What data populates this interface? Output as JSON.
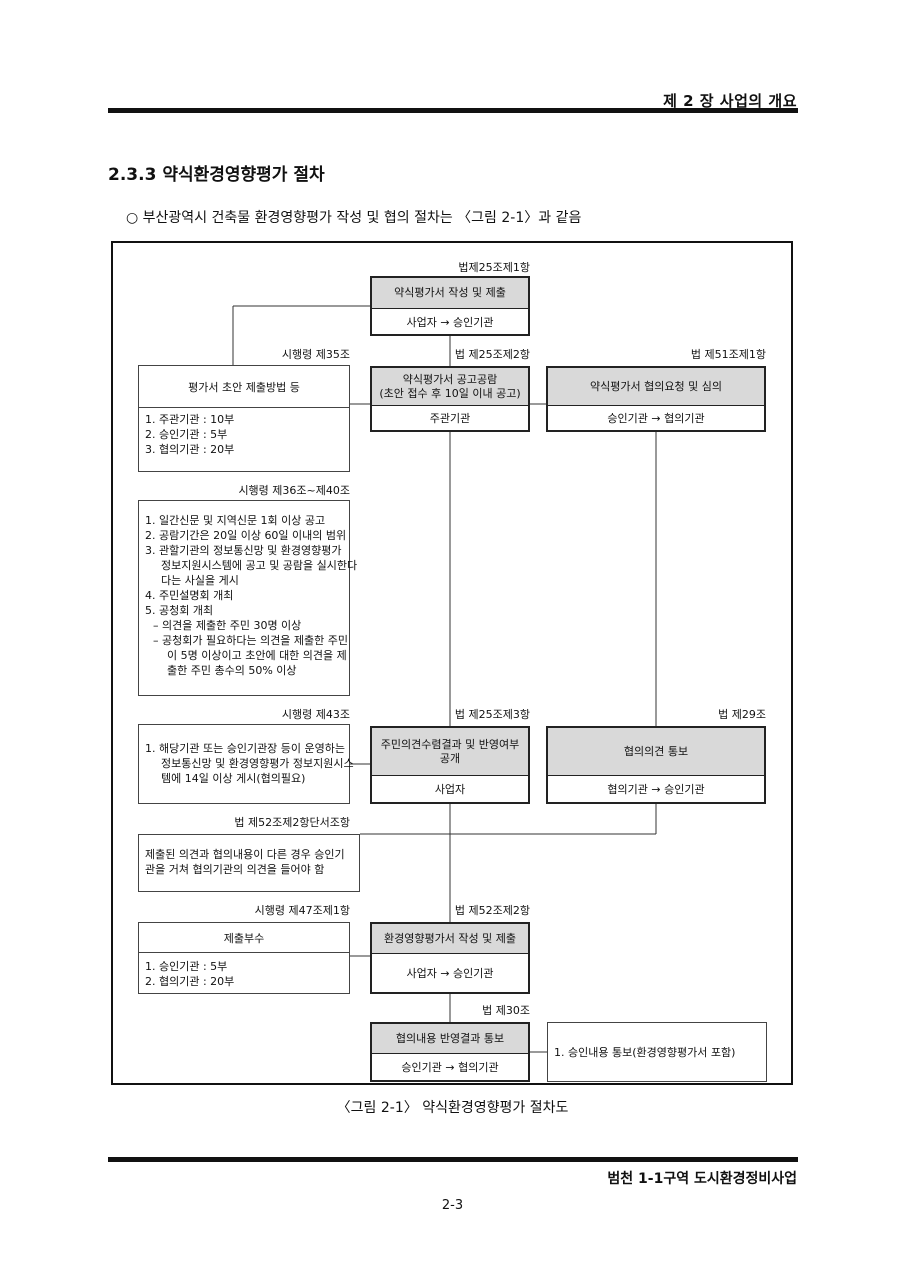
{
  "header": {
    "chapter": "제 2 장 사업의 개요"
  },
  "section": {
    "title": "2.3.3 약식환경영향평가 절차",
    "bullet_symbol": "○",
    "bullet_text": "부산광역시 건축물 환경영향평가 작성 및 협의 절차는 〈그림 2-1〉과 같음"
  },
  "flow": {
    "center": [
      {
        "label": "법제25조제1항",
        "title": "약식평가서 작성 및 제출",
        "body": "사업자 → 승인기관"
      },
      {
        "label": "법 제25조제2항",
        "title_lines": [
          "약식평가서 공고공람",
          "(초안 접수 후 10일 이내 공고)"
        ],
        "body": "주관기관"
      },
      {
        "label": "법 제25조제3항",
        "title_lines": [
          "주민의견수렴결과 및 반영여부",
          "공개"
        ],
        "body": "사업자"
      },
      {
        "label": "법 제52조제2항",
        "title": "환경영향평가서 작성 및 제출",
        "body": "사업자 → 승인기관"
      },
      {
        "label": "법 제30조",
        "title": "협의내용 반영결과 통보",
        "body": "승인기관 → 협의기관"
      }
    ],
    "right": [
      {
        "label": "법 제51조제1항",
        "title": "약식평가서 협의요청 및 심의",
        "body": "승인기관 → 협의기관"
      },
      {
        "label": "법 제29조",
        "title": "협의의견 통보",
        "body": "협의기관 → 승인기관"
      },
      {
        "body": "1. 승인내용 통보(환경영향평가서 포함)"
      }
    ],
    "left": [
      {
        "label": "시행령 제35조",
        "title": "평가서 초안 제출방법 등",
        "lines": [
          "1. 주관기관 : 10부",
          "2. 승인기관 : 5부",
          "3. 협의기관 : 20부"
        ]
      },
      {
        "label": "시행령 제36조~제40조",
        "lines": [
          "1. 일간신문 및 지역신문 1회 이상 공고",
          "2. 공람기간은 20일 이상 60일 이내의 범위",
          "3. 관할기관의 정보통신망 및 환경영향평가",
          "정보지원시스템에 공고 및 공람을 실시한다",
          "다는 사실을 게시",
          "4. 주민설명회 개최",
          "5. 공청회 개최",
          "– 의견을 제출한 주민 30명 이상",
          "– 공청회가 필요하다는 의견을 제출한 주민",
          "이 5명 이상이고 초안에 대한 의견을 제",
          "출한 주민 총수의 50% 이상"
        ]
      },
      {
        "label": "시행령 제43조",
        "lines": [
          "1. 해당기관 또는 승인기관장 등이 운영하는",
          "정보통신망 및 환경영향평가 정보지원시스",
          "템에 14일 이상 게시(협의필요)"
        ]
      },
      {
        "label": "법 제52조제2항단서조항",
        "lines": [
          "제출된 의견과 협의내용이 다른 경우 승인기",
          "관을 거쳐 협의기관의 의견을 들어야 함"
        ]
      },
      {
        "label": "시행령 제47조제1항",
        "title": "제출부수",
        "lines": [
          "1. 승인기관 : 5부",
          "2. 협의기관 : 20부"
        ]
      }
    ]
  },
  "figure": {
    "caption": "〈그림 2-1〉  약식환경영향평가 절차도"
  },
  "footer": {
    "title": "범천 1-1구역 도시환경정비사업",
    "page_number": "2-3"
  }
}
